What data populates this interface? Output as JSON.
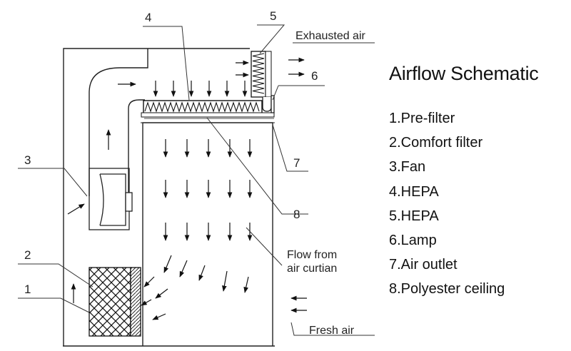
{
  "callouts": [
    "1",
    "2",
    "3",
    "4",
    "5",
    "6",
    "7",
    "8"
  ],
  "notes": {
    "exhausted_air": "Exhausted air",
    "flow_line1": "Flow from",
    "flow_line2": "air curtian",
    "fresh_air": "Fresh air"
  },
  "legend": {
    "title": "Airflow Schematic",
    "items": [
      "1.Pre-filter",
      "2.Comfort filter",
      "3.Fan",
      "4.HEPA",
      "5.HEPA",
      "6.Lamp",
      "7.Air outlet",
      "8.Polyester ceiling"
    ]
  }
}
